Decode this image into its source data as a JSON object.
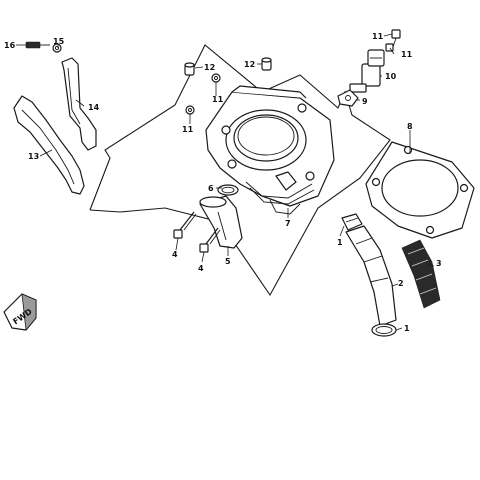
{
  "callouts": {
    "c16": "16",
    "c15": "15",
    "c14": "14",
    "c13": "13",
    "c12a": "12",
    "c12b": "12",
    "c11a": "11",
    "c11b": "11",
    "c11c": "11",
    "c11d": "11",
    "c10": "10",
    "c9": "9",
    "c8": "8",
    "c7": "7",
    "c6": "6",
    "c5": "5",
    "c4a": "4",
    "c4b": "4",
    "c3": "3",
    "c2": "2",
    "c1a": "1",
    "c1b": "1"
  },
  "direction_marker": {
    "label": "FWD",
    "icon": "forward-arrow-icon"
  }
}
